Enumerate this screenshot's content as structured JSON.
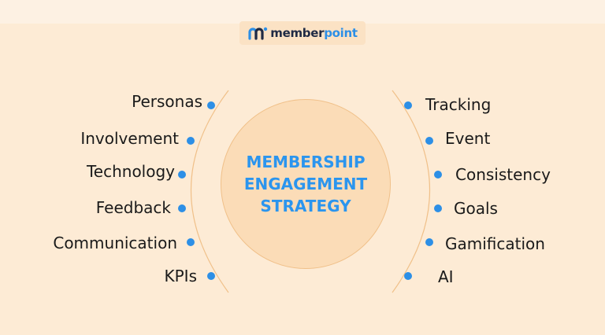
{
  "brand": {
    "name_part1": "member",
    "name_part2": "point",
    "logo_icon": "m-letter-logo-icon"
  },
  "center": {
    "line1": "MEMBERSHIP",
    "line2": "ENGAGEMENT",
    "line3": "STRATEGY"
  },
  "left_items": [
    "Personas",
    "Involvement",
    "Technology",
    "Feedback",
    "Communication",
    "KPIs"
  ],
  "right_items": [
    "Tracking",
    "Event",
    "Consistency",
    "Goals",
    "Gamification",
    "AI"
  ],
  "colors": {
    "background": "#fdebd5",
    "accent_blue": "#2d8fe6",
    "center_fill": "#fbdcb7",
    "arc": "#f0c089"
  }
}
